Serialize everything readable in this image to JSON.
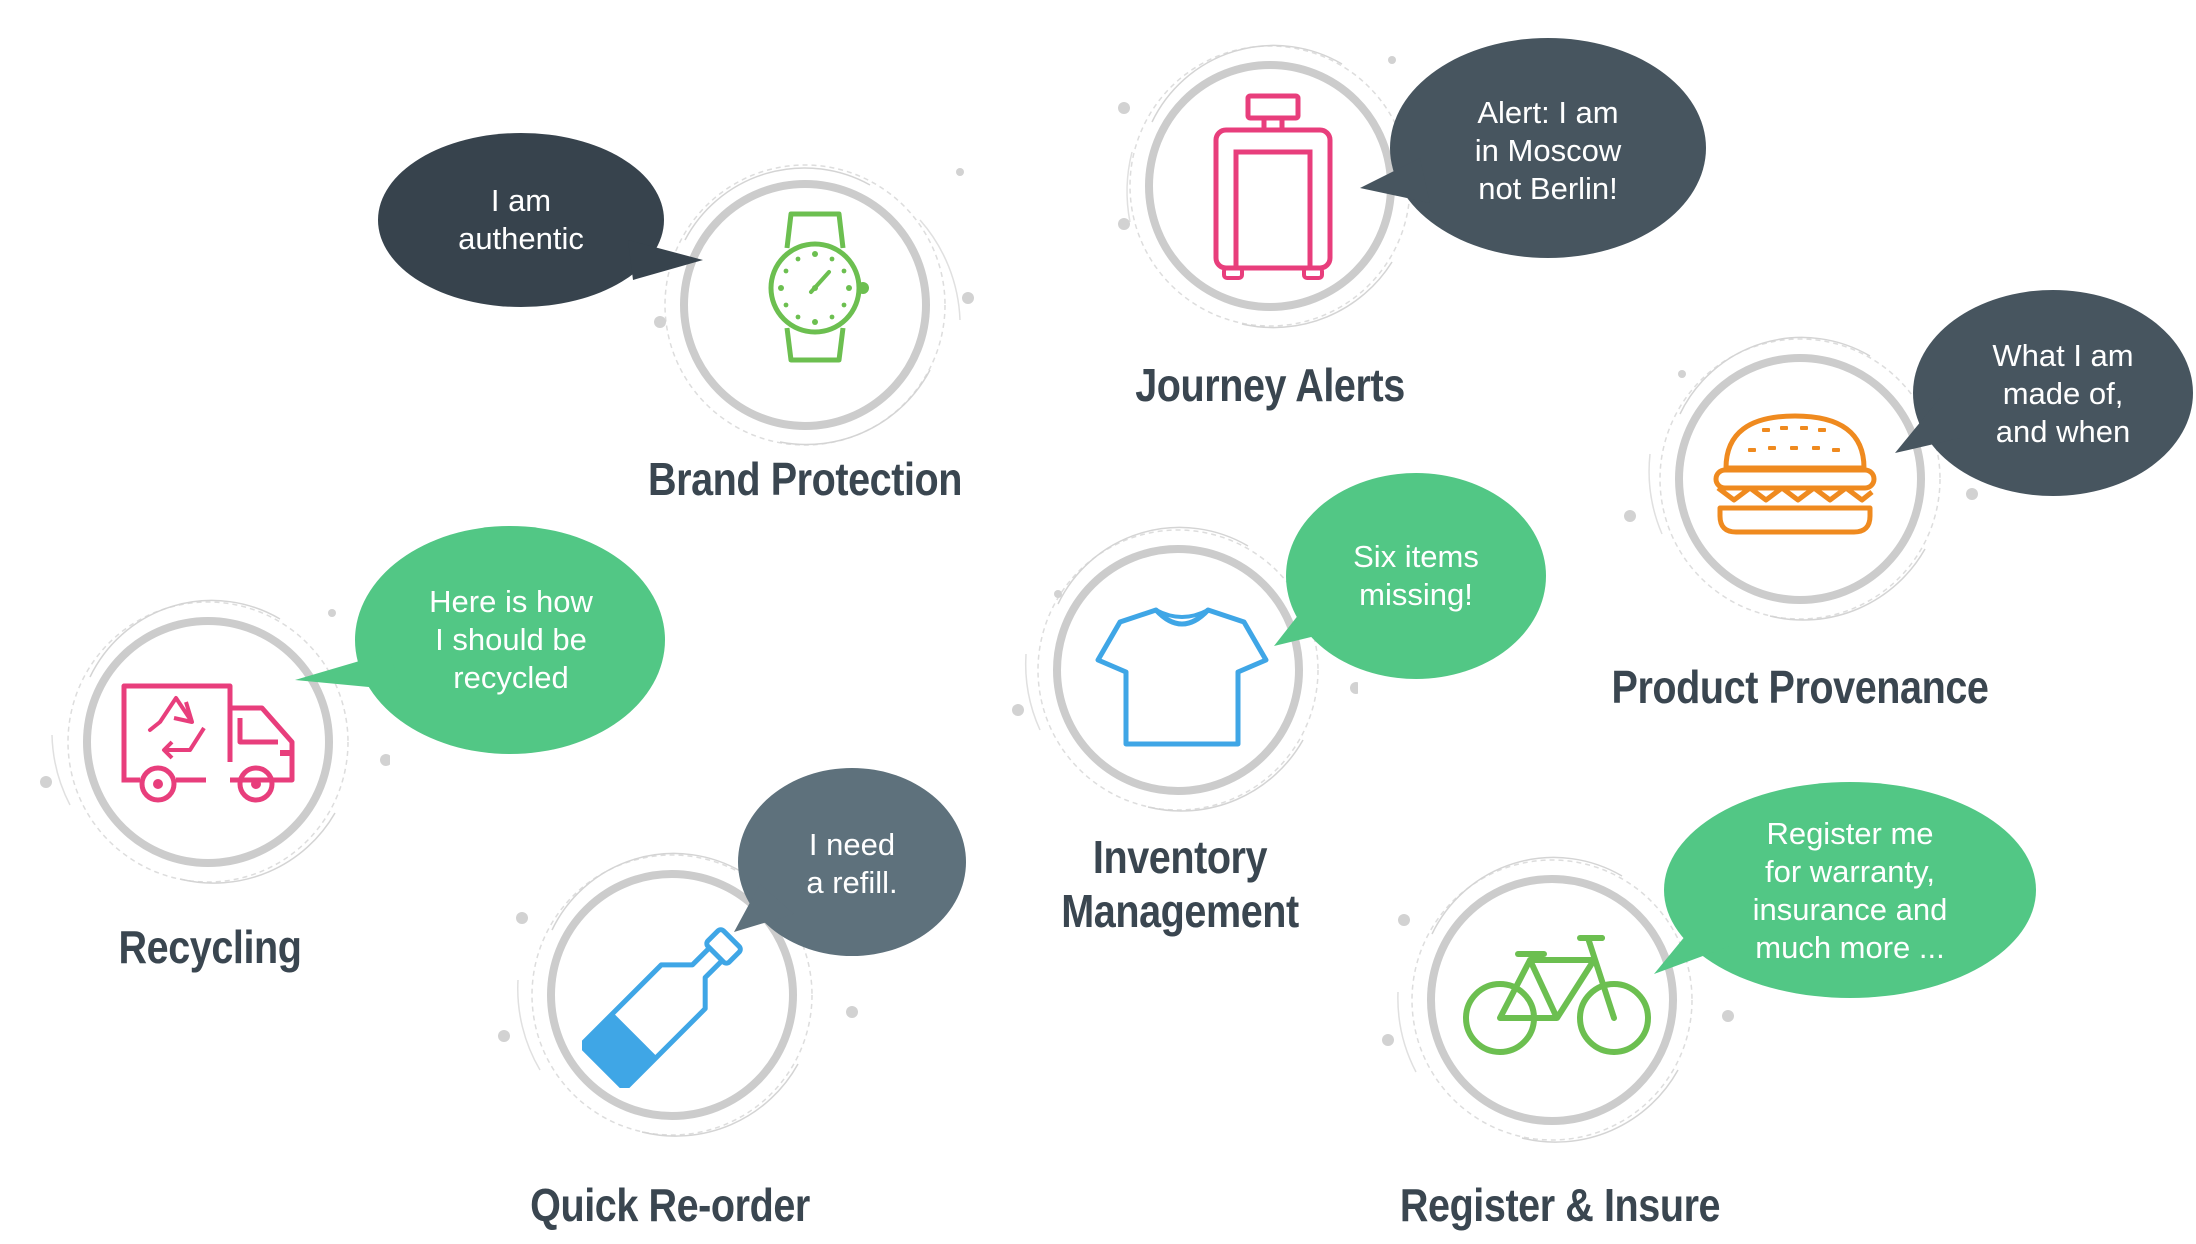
{
  "colors": {
    "title": "#3a4650",
    "ring": "#c8c8c8",
    "bubble_dark": "#37434d",
    "bubble_slate": "#47555f",
    "bubble_grey": "#5e717c",
    "bubble_green": "#52c785",
    "icon_green": "#6cbf50",
    "icon_pink": "#e83e7c",
    "icon_orange": "#ef8a1f",
    "icon_blue": "#3fa6e6"
  },
  "items": [
    {
      "id": "brand-protection",
      "icon": "watch-icon",
      "title": [
        "Brand Protection"
      ],
      "bubble": [
        "I am",
        "authentic"
      ],
      "bubble_color": "bubble_dark"
    },
    {
      "id": "journey-alerts",
      "icon": "suitcase-icon",
      "title": [
        "Journey Alerts"
      ],
      "bubble": [
        "Alert:  I am",
        "in Moscow",
        "not Berlin!"
      ],
      "bubble_color": "bubble_slate"
    },
    {
      "id": "product-provenance",
      "icon": "burger-icon",
      "title": [
        "Product Provenance"
      ],
      "bubble": [
        "What I am",
        "made of,",
        "and when"
      ],
      "bubble_color": "bubble_slate"
    },
    {
      "id": "recycling",
      "icon": "recycling-truck-icon",
      "title": [
        "Recycling"
      ],
      "bubble": [
        "Here is how",
        "I should be",
        "recycled"
      ],
      "bubble_color": "bubble_green"
    },
    {
      "id": "inventory-management",
      "icon": "tshirt-icon",
      "title": [
        "Inventory",
        "Management"
      ],
      "bubble": [
        "Six items",
        "missing!"
      ],
      "bubble_color": "bubble_green"
    },
    {
      "id": "quick-reorder",
      "icon": "bottle-icon",
      "title": [
        "Quick Re-order"
      ],
      "bubble": [
        "I need",
        "a refill."
      ],
      "bubble_color": "bubble_grey"
    },
    {
      "id": "register-insure",
      "icon": "bicycle-icon",
      "title": [
        "Register & Insure"
      ],
      "bubble": [
        "Register me",
        "for warranty,",
        "insurance and",
        "much more ..."
      ],
      "bubble_color": "bubble_green"
    }
  ]
}
